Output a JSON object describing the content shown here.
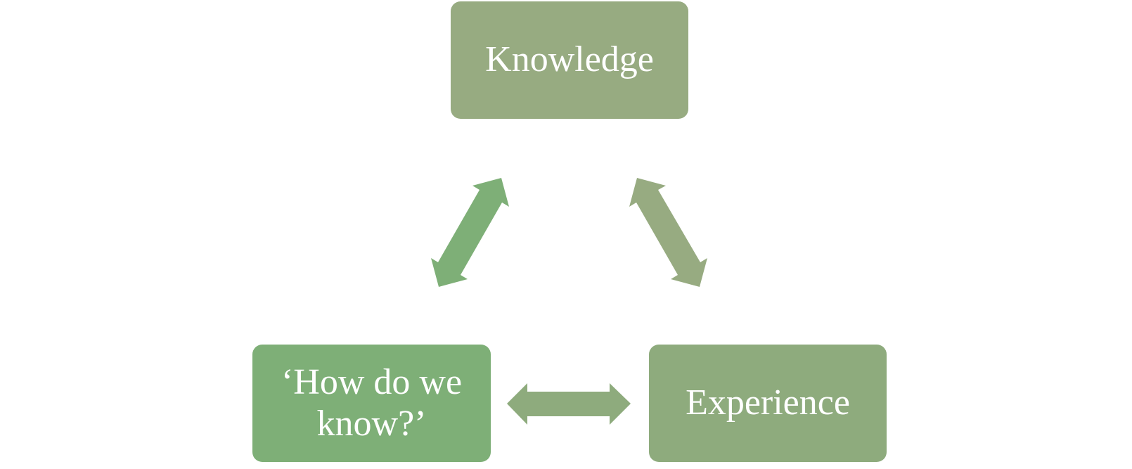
{
  "nodes": {
    "knowledge": {
      "label": "Knowledge",
      "color": "#97AB81"
    },
    "how_do_we_know": {
      "label": "‘How do we know?’",
      "color": "#7EAF77"
    },
    "experience": {
      "label": "Experience",
      "color": "#8EAB7D"
    }
  },
  "arrows": {
    "knowledge_how": {
      "color": "#7EAF77"
    },
    "knowledge_experience": {
      "color": "#97AB81"
    },
    "how_experience": {
      "color": "#8EAB7D"
    }
  }
}
